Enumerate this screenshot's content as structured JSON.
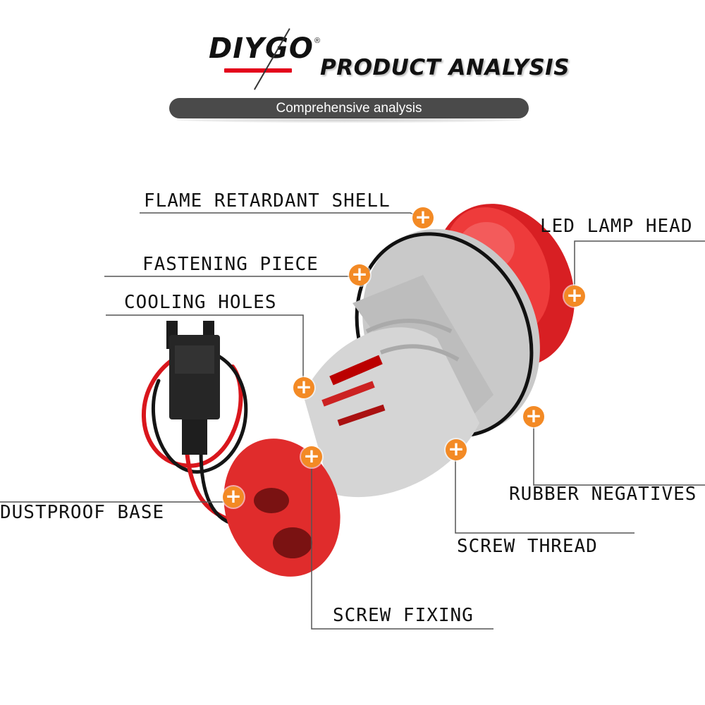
{
  "header": {
    "brand": "DIYGO",
    "brand_mark": "®",
    "title": "PRODUCT ANALYSIS",
    "subtitle": "Comprehensive analysis"
  },
  "labels": {
    "flame_retardant_shell": "FLAME RETARDANT SHELL",
    "led_lamp_head": "LED LAMP HEAD",
    "fastening_piece": "FASTENING PIECE",
    "cooling_holes": "COOLING HOLES",
    "rubber_negatives": "RUBBER NEGATIVES",
    "dustproof_base": "DUSTPROOF BASE",
    "screw_thread": "SCREW THREAD",
    "screw_fixing": "SCREW FIXING"
  },
  "marker": {
    "symbol": "+",
    "icon": "plus-marker-icon"
  },
  "colors": {
    "accent_red": "#e3001b",
    "marker_orange": "#f38a25",
    "pill_gray": "#4a4a4a",
    "body_gray": "#d8d8d8",
    "lamp_red": "#e8282b"
  }
}
